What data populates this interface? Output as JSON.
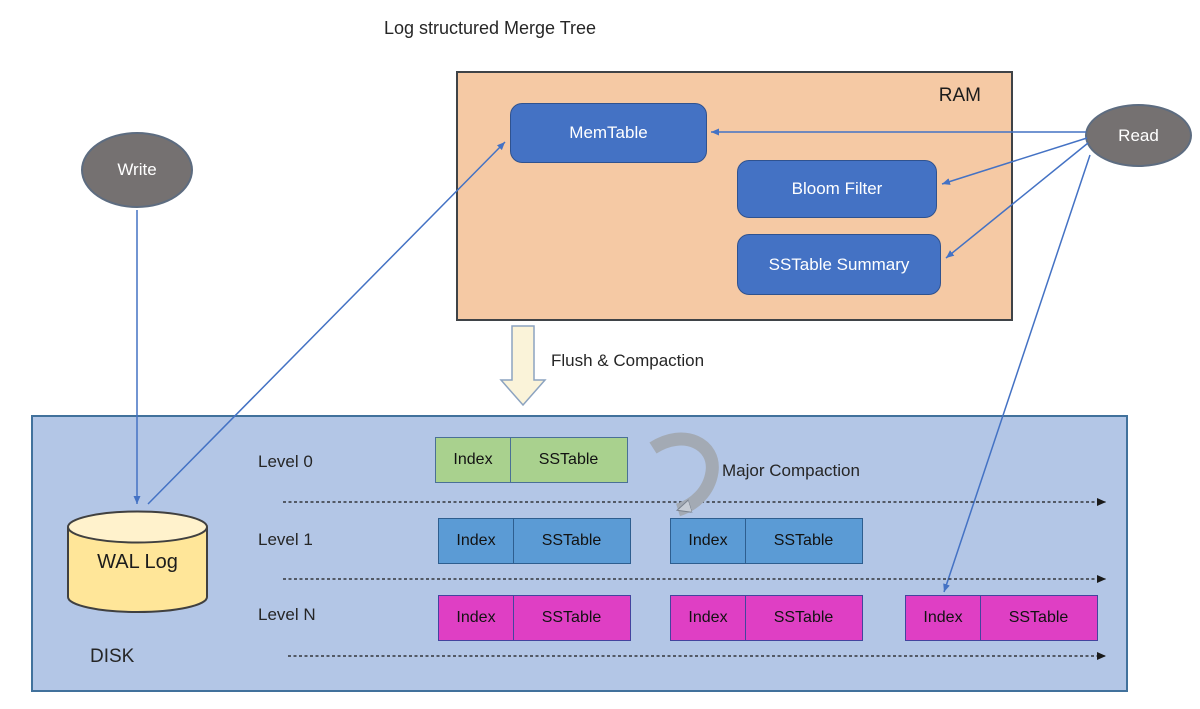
{
  "title": "Log structured Merge Tree",
  "colors": {
    "accent_blue": "#4472c4",
    "ram_fill": "#f5c9a4",
    "ram_border": "#3f4347",
    "box_blue": "#4472c4",
    "box_blue_border": "#2f528f",
    "ellipse_gray": "#757171",
    "ellipse_border": "#5d6c80",
    "disk_fill": "#b3c6e6",
    "disk_border": "#41719c",
    "green_fill": "#a9d18e",
    "green_border": "#4a7096",
    "lvl_blue_fill": "#5b9bd5",
    "lvl_blue_border": "#2e5e8f",
    "magenta_fill": "#df3fc4",
    "magenta_border": "#44449e",
    "wal_fill": "#ffe699",
    "wal_top": "#fff2cc",
    "wal_border": "#404040",
    "flush_fill": "#faf3d9",
    "flush_border": "#8ca3c0"
  },
  "actors": {
    "write": "Write",
    "read": "Read"
  },
  "ram": {
    "label": "RAM",
    "components": [
      {
        "label": "MemTable"
      },
      {
        "label": "Bloom Filter"
      },
      {
        "label": "SSTable Summary"
      }
    ]
  },
  "flow_labels": {
    "flush": "Flush & Compaction",
    "major_compaction": "Major Compaction"
  },
  "disk": {
    "label": "DISK",
    "wal": "WAL Log",
    "levels": [
      {
        "label": "Level 0",
        "tables": [
          {
            "index": "Index",
            "sstable": "SSTable"
          }
        ]
      },
      {
        "label": "Level 1",
        "tables": [
          {
            "index": "Index",
            "sstable": "SSTable"
          },
          {
            "index": "Index",
            "sstable": "SSTable"
          }
        ]
      },
      {
        "label": "Level N",
        "tables": [
          {
            "index": "Index",
            "sstable": "SSTable"
          },
          {
            "index": "Index",
            "sstable": "SSTable"
          },
          {
            "index": "Index",
            "sstable": "SSTable"
          }
        ]
      }
    ]
  }
}
